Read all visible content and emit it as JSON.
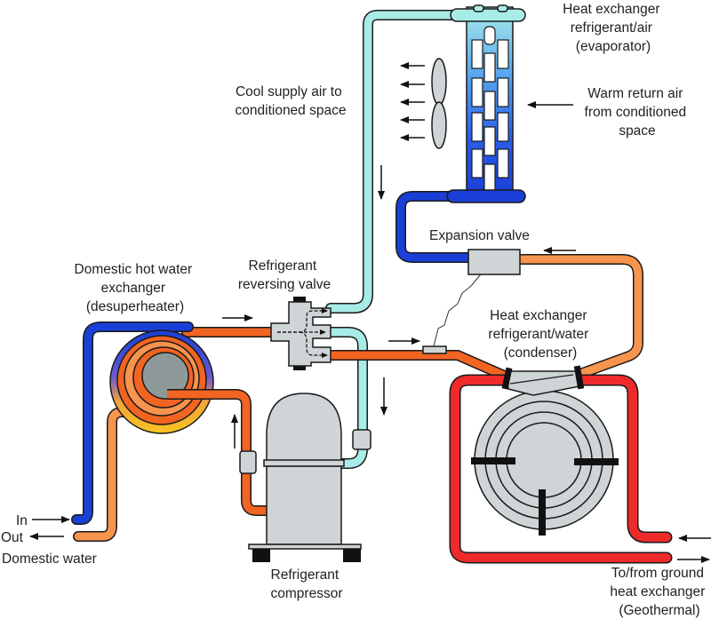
{
  "title": "Geothermal heat pump with desuperheater (cooling mode)",
  "colors": {
    "cool_refrigerant": "#a8ece8",
    "cold_refrigerant": "#1a3fd6",
    "hot_gas": "#f26422",
    "warm_liquid": "#f7944d",
    "ground_loop": "#ee2a2a",
    "component_gray": "#cfd4d6",
    "desuperheater_core": "#8e9a9a"
  },
  "labels": {
    "evaporator": [
      "Heat exchanger",
      "refrigerant/air",
      "(evaporator)"
    ],
    "cool_supply": [
      "Cool supply air to",
      "conditioned space"
    ],
    "warm_return": [
      "Warm return air",
      "from conditioned",
      "space"
    ],
    "expansion_valve": [
      "Expansion valve"
    ],
    "desuperheater": [
      "Domestic hot water",
      "exchanger",
      "(desuperheater)"
    ],
    "reversing_valve": [
      "Refrigerant",
      "reversing valve"
    ],
    "condenser": [
      "Heat exchanger",
      "refrigerant/water",
      "(condenser)"
    ],
    "domestic_in": "In",
    "domestic_out": "Out",
    "domestic_water": "Domestic water",
    "compressor": [
      "Refrigerant",
      "compressor"
    ],
    "ground": [
      "To/from ground",
      "heat exchanger",
      "(Geothermal)"
    ]
  },
  "components": [
    {
      "id": "evaporator",
      "name": "Heat exchanger refrigerant/air (evaporator)"
    },
    {
      "id": "fan",
      "name": "Fan"
    },
    {
      "id": "expansion-valve",
      "name": "Expansion valve"
    },
    {
      "id": "reversing-valve",
      "name": "Refrigerant reversing valve"
    },
    {
      "id": "desuperheater",
      "name": "Domestic hot water exchanger (desuperheater)"
    },
    {
      "id": "compressor",
      "name": "Refrigerant compressor"
    },
    {
      "id": "condenser",
      "name": "Heat exchanger refrigerant/water (condenser)"
    },
    {
      "id": "sensing-bulb",
      "name": "Expansion valve sensing bulb"
    }
  ]
}
